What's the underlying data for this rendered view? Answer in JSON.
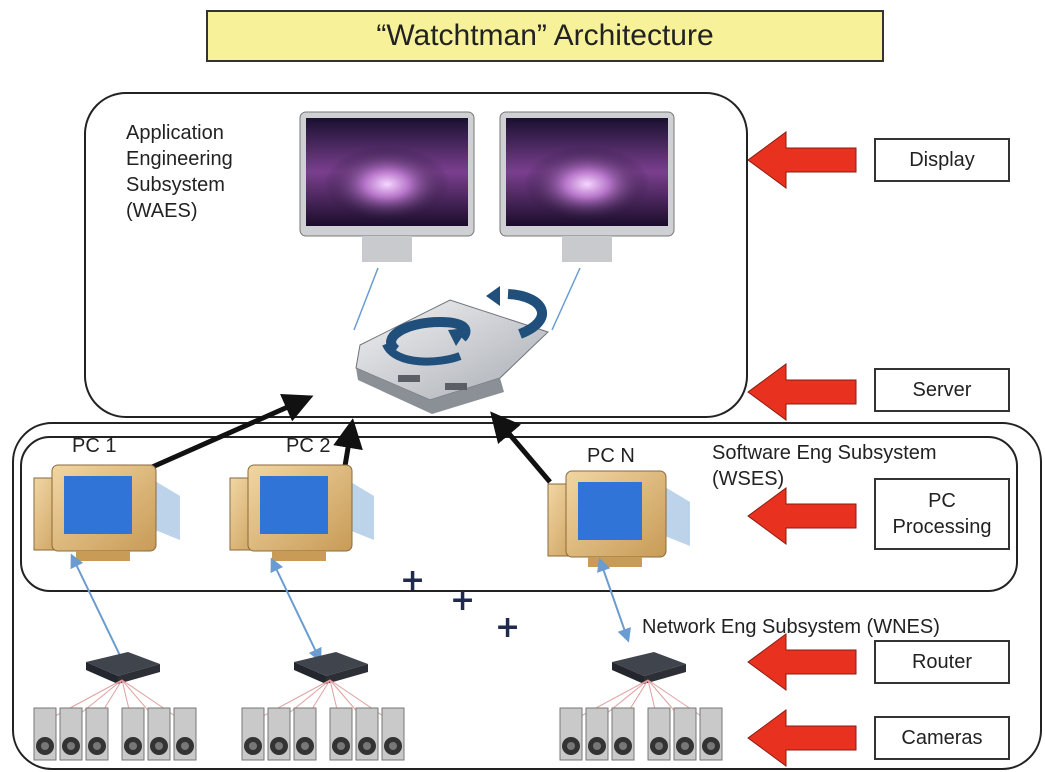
{
  "title": "“Watchtman” Architecture",
  "waes": {
    "label_lines": [
      "Application",
      "Engineering",
      "Subsystem",
      "(WAES)"
    ]
  },
  "wses": {
    "label_line1": "Software Eng Subsystem",
    "label_line2": "(WSES)",
    "pcs": [
      "PC 1",
      "PC 2",
      "PC N"
    ]
  },
  "wnes": {
    "label": "Network Eng Subsystem (WNES)"
  },
  "plus_signs": [
    "+",
    "+",
    "+"
  ],
  "side_labels": {
    "display": "Display",
    "server": "Server",
    "pc_processing_line1": "PC",
    "pc_processing_line2": "Processing",
    "router": "Router",
    "cameras": "Cameras"
  },
  "colors": {
    "title_bg": "#f7f29a",
    "arrow_red": "#e8321f",
    "link_blue": "#6a9bd1",
    "arrow_black": "#111111"
  },
  "icons": [
    "monitor-icon",
    "server-icon",
    "pc-icon",
    "router-icon",
    "camera-icon"
  ]
}
